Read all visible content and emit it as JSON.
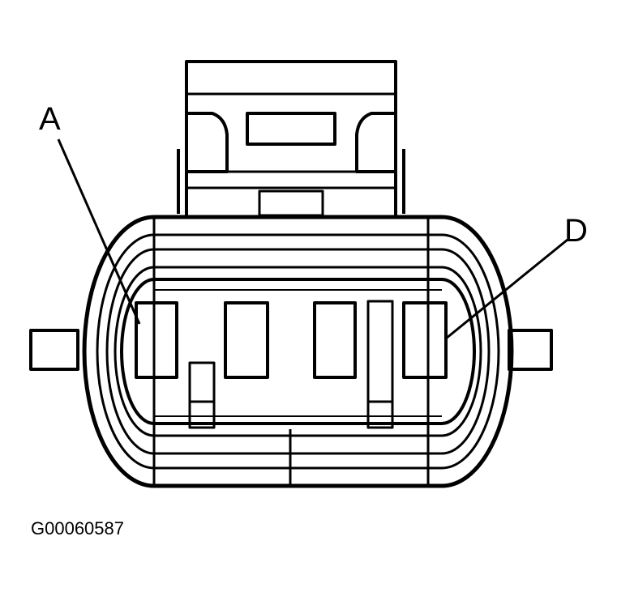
{
  "callouts": {
    "pin_a": "A",
    "pin_d": "D"
  },
  "figure_code": "G00060587",
  "colors": {
    "line": "#000000",
    "background": "#ffffff"
  }
}
